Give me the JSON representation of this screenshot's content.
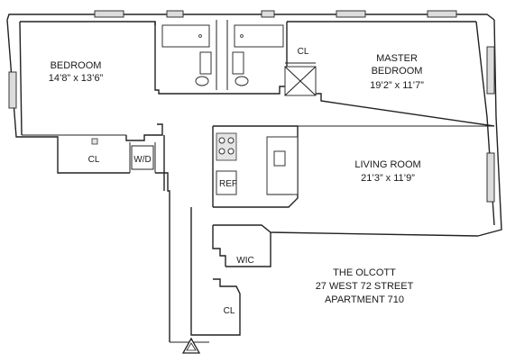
{
  "rooms": {
    "bedroom": {
      "name": "BEDROOM",
      "dims": "14’8” x 13’6”"
    },
    "master_bedroom": {
      "name_line1": "MASTER",
      "name_line2": "BEDROOM",
      "dims": "19’2” x 11’7”"
    },
    "living_room": {
      "name": "LIVING ROOM",
      "dims": "21’3” x 11’9”"
    }
  },
  "labels": {
    "closet_bedroom": "CL",
    "closet_master": "CL",
    "closet_lower": "CL",
    "washer_dryer": "W/D",
    "refrigerator": "REF",
    "walk_in_closet": "WIC"
  },
  "address": {
    "line1": "THE OLCOTT",
    "line2": "27 WEST 72 STREET",
    "line3": "APARTMENT 710"
  },
  "icons": {
    "entry_marker": "triangle-entry-icon"
  }
}
